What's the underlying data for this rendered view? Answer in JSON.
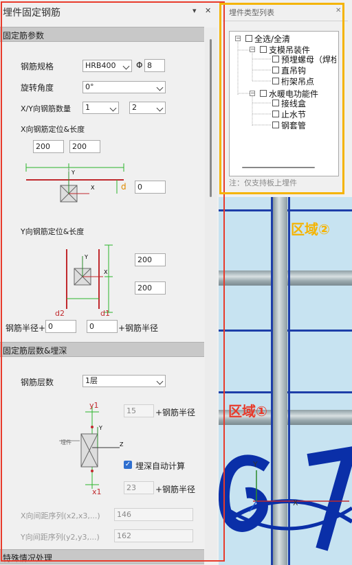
{
  "left_panel": {
    "title": "埋件固定钢筋",
    "pin_icon": "▾",
    "close_icon": "✕",
    "sec1": "固定筋参数",
    "grade_label": "钢筋规格",
    "grade_value": "HRB400",
    "phi": "Φ",
    "diameter": "8",
    "angle_label": "旋转角度",
    "angle_value": "0°",
    "count_label": "X/Y向钢筋数量",
    "count_x": "1",
    "count_y": "2",
    "xpos_label": "X向钢筋定位&长度",
    "xpos_a": "200",
    "xpos_b": "200",
    "d_label": "d",
    "d_value": "0",
    "ypos_label": "Y向钢筋定位&长度",
    "ypos_a": "200",
    "ypos_b": "200",
    "d2_label": "d2",
    "d1_label": "d1",
    "radius_label_l": "钢筋半径+",
    "radius_val_l": "0",
    "radius_val_r": "0",
    "radius_label_r": "+钢筋半径",
    "sec2": "固定筋层数&埋深",
    "layers_label": "钢筋层数",
    "layers_value": "1层",
    "y1_label": "y1",
    "x1_label": "x1",
    "embed_label": "埋件",
    "top_val": "15",
    "top_suffix": "+钢筋半径",
    "auto_label": "埋深自动计算",
    "bot_val": "23",
    "bot_suffix": "+钢筋半径",
    "xseq_label": "X向间距序列(x2,x3,...)",
    "xseq_value": "146",
    "yseq_label": "Y向间距序列(y2,y3,...)",
    "yseq_value": "162",
    "sec3": "特殊情况处理"
  },
  "right_panel": {
    "title": "埋件类型列表",
    "close_icon": "✕",
    "tree": {
      "root": "全选/全清",
      "g1": "支模吊装件",
      "g1_items": [
        "预埋螺母（焊栓",
        "直吊钩",
        "桁架吊点"
      ],
      "g2": "水暖电功能件",
      "g2_items": [
        "接线盒",
        "止水节",
        "钢套管"
      ]
    },
    "note": "注：仅支持板上埋件"
  },
  "regions": {
    "r1": "区域①",
    "r2": "区域②"
  },
  "colors": {
    "red": "#e83a2a",
    "yellow": "#f5b400",
    "blue": "#0a2fa8"
  }
}
